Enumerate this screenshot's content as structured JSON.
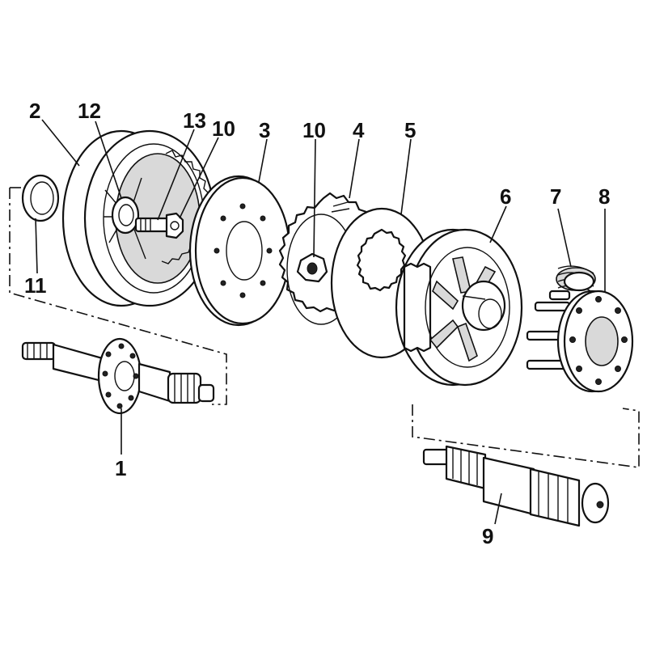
{
  "callouts": [
    {
      "id": "c2",
      "label": "2"
    },
    {
      "id": "c12",
      "label": "12"
    },
    {
      "id": "c13",
      "label": "13"
    },
    {
      "id": "c10a",
      "label": "10"
    },
    {
      "id": "c3",
      "label": "3"
    },
    {
      "id": "c10b",
      "label": "10"
    },
    {
      "id": "c4",
      "label": "4"
    },
    {
      "id": "c5",
      "label": "5"
    },
    {
      "id": "c6",
      "label": "6"
    },
    {
      "id": "c7",
      "label": "7"
    },
    {
      "id": "c8",
      "label": "8"
    },
    {
      "id": "c11",
      "label": "11"
    },
    {
      "id": "c1",
      "label": "1"
    },
    {
      "id": "c9",
      "label": "9"
    }
  ],
  "colors": {
    "ink": "#111111",
    "paper": "#ffffff",
    "shade": "#d9d9d9"
  }
}
